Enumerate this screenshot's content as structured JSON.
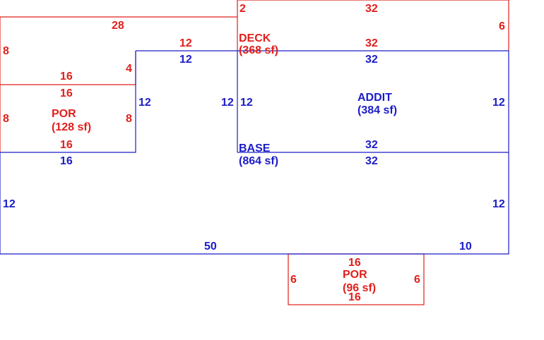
{
  "colors": {
    "red": "#e0201c",
    "blue": "#1c1cc8"
  },
  "areas": {
    "deck": {
      "name": "DECK",
      "area": "(368 sf)"
    },
    "addit": {
      "name": "ADDIT",
      "area": "(384 sf)"
    },
    "base": {
      "name": "BASE",
      "area": "(864 sf)"
    },
    "por_left": {
      "name": "POR",
      "area": "(128 sf)"
    },
    "por_bottom": {
      "name": "POR",
      "area": "(96 sf)"
    }
  },
  "dimensions": {
    "deck_top_2": "2",
    "deck_top_32": "32",
    "deck_right_6": "6",
    "deck_top_28": "28",
    "deck_left_8": "8",
    "deck_12": "12",
    "deck_32": "32",
    "deck_16": "16",
    "deck_4": "4",
    "addit_top_12": "12",
    "addit_top_32": "32",
    "addit_left_12": "12",
    "addit_right_12": "12",
    "addit_bottom_32": "32",
    "por_top_16": "16",
    "por_left_8": "8",
    "por_right_8": "8",
    "por_bottom_16": "16",
    "base_left_12a": "12",
    "base_12b": "12",
    "base_16": "16",
    "base_32": "32",
    "base_left_12": "12",
    "base_right_12": "12",
    "base_50": "50",
    "base_10": "10",
    "por2_top_16": "16",
    "por2_left_6": "6",
    "por2_right_6": "6",
    "por2_bottom_16": "16"
  }
}
